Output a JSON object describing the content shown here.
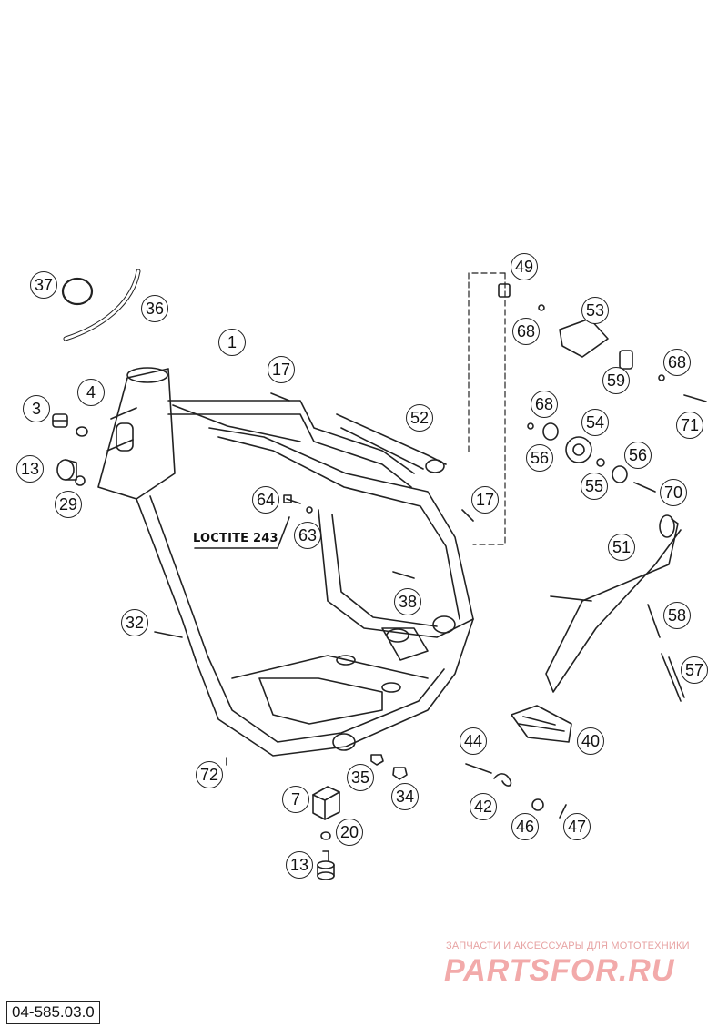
{
  "callouts": [
    {
      "label": "37"
    },
    {
      "label": "36"
    },
    {
      "label": "1"
    },
    {
      "label": "17"
    },
    {
      "label": "4"
    },
    {
      "label": "3"
    },
    {
      "label": "13"
    },
    {
      "label": "29"
    },
    {
      "label": "64"
    },
    {
      "label": "63"
    },
    {
      "label": "32"
    },
    {
      "label": "38"
    },
    {
      "label": "17"
    },
    {
      "label": "52"
    },
    {
      "label": "49"
    },
    {
      "label": "68"
    },
    {
      "label": "53"
    },
    {
      "label": "68"
    },
    {
      "label": "59"
    },
    {
      "label": "68"
    },
    {
      "label": "71"
    },
    {
      "label": "54"
    },
    {
      "label": "56"
    },
    {
      "label": "56"
    },
    {
      "label": "55"
    },
    {
      "label": "70"
    },
    {
      "label": "51"
    },
    {
      "label": "58"
    },
    {
      "label": "57"
    },
    {
      "label": "40"
    },
    {
      "label": "44"
    },
    {
      "label": "42"
    },
    {
      "label": "46"
    },
    {
      "label": "47"
    },
    {
      "label": "72"
    },
    {
      "label": "35"
    },
    {
      "label": "34"
    },
    {
      "label": "7"
    },
    {
      "label": "20"
    },
    {
      "label": "13"
    }
  ],
  "annotation": "LOCTITE 243",
  "watermark": {
    "tagline": "ЗАПЧАСТИ И АКСЕССУАРЫ ДЛЯ МОТОТЕХНИКИ",
    "logo": "PARTSFOR.RU"
  },
  "part_code": "04-585.03.0"
}
